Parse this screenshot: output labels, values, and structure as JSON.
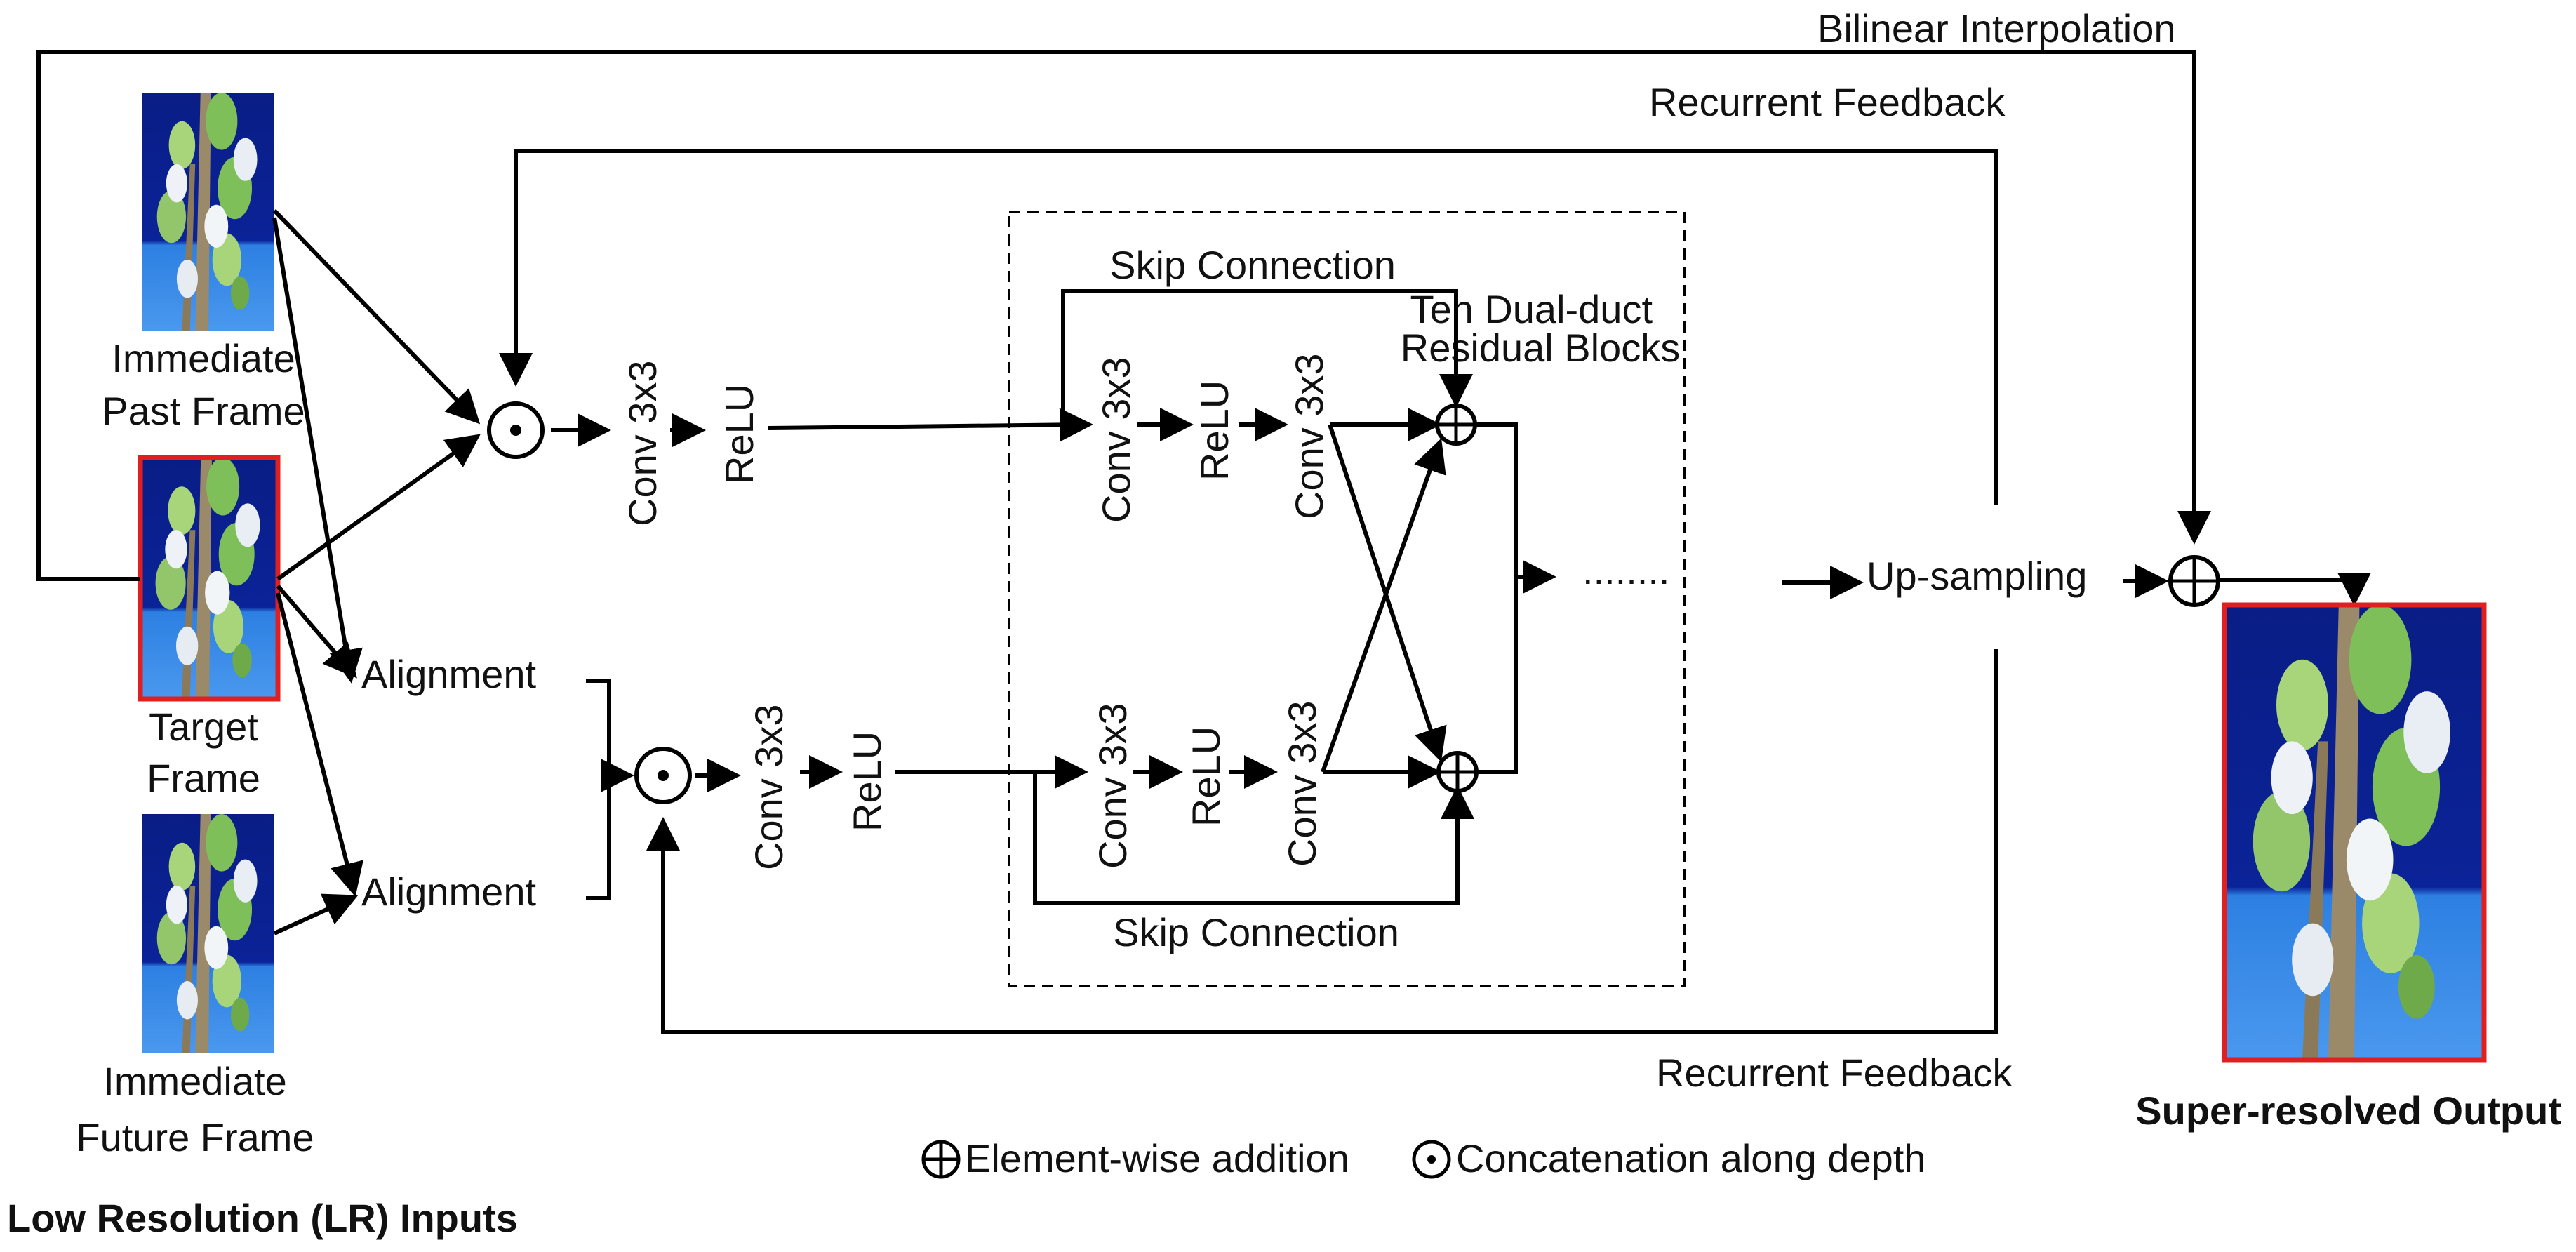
{
  "labels": {
    "bilinear": "Bilinear Interpolation",
    "recurrent_top": "Recurrent Feedback",
    "recurrent_bottom": "Recurrent Feedback",
    "skip_top": "Skip Connection",
    "skip_bottom": "Skip Connection",
    "block_title_1": "Ten Dual-duct",
    "block_title_2": "Residual Blocks",
    "past_1": "Immediate",
    "past_2": "Past Frame",
    "target_1": "Target",
    "target_2": "Frame",
    "future_1": "Immediate",
    "future_2": "Future Frame",
    "alignment_a": "Alignment",
    "alignment_b": "Alignment",
    "conv": "Conv 3x3",
    "relu": "ReLU",
    "dots": "........",
    "upsampling": "Up-sampling",
    "output": "Super-resolved Output",
    "inputs": "Low Resolution (LR) Inputs",
    "legend_add": "Element-wise addition",
    "legend_concat": "Concatenation along depth"
  },
  "colors": {
    "sky": "#0b1f8a",
    "sky_light": "#2f7fe0",
    "leaf": "#8fc86a",
    "frame_border": "#e02020"
  },
  "icons": {
    "add": "circle-plus",
    "concat": "circle-dot"
  }
}
